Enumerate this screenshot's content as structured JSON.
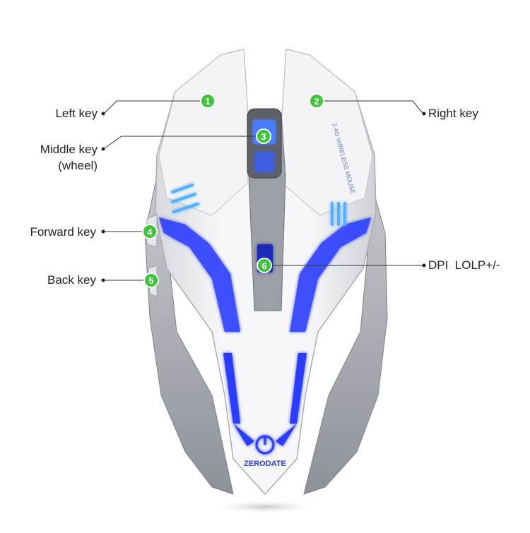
{
  "callouts": [
    {
      "num": "1",
      "label": "Left key"
    },
    {
      "num": "2",
      "label": "Right key"
    },
    {
      "num": "3",
      "label": "Middle key",
      "sub": "(wheel)"
    },
    {
      "num": "4",
      "label": "Forward key"
    },
    {
      "num": "5",
      "label": "Back key"
    },
    {
      "num": "6",
      "label": "DPI  LOLP+/-"
    }
  ],
  "mouse": {
    "brand": "ZERODATE",
    "side_print": "2.4G WIRELESS MOUSE"
  },
  "colors": {
    "badge_green": "#3ec43a",
    "glow_blue": "#2a3cff",
    "glow_cyan": "#4fb8ff",
    "shell_white": "#f2f2f4",
    "shell_gray": "#b9bcc2"
  },
  "icons": [
    "power-wing-logo"
  ]
}
